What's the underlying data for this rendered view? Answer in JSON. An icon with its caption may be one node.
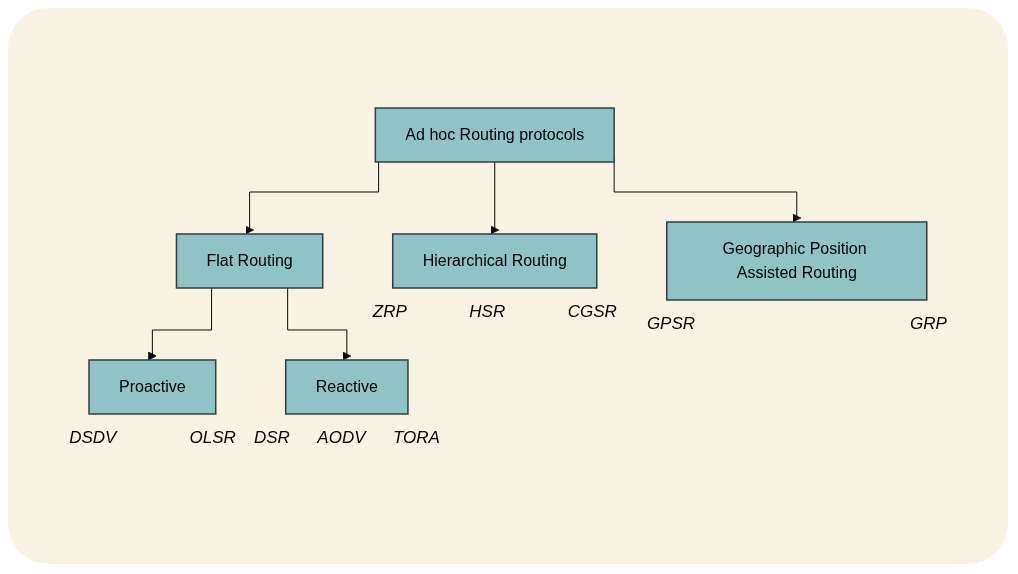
{
  "diagram": {
    "nodes": [
      {
        "text": [
          "Ad hoc Routing protocols"
        ]
      },
      {
        "text": [
          "Flat Routing"
        ]
      },
      {
        "text": [
          "Hierarchical Routing"
        ],
        "beside": [
          "ZRP",
          "HSR",
          "CGSR"
        ]
      },
      {
        "text": [
          "Geographic Position Assisted Routing"
        ],
        "beside": [
          "GPSR",
          "GRP"
        ]
      },
      {
        "text": [
          "Proactive"
        ],
        "beside": [
          "DSDV",
          "OLSR"
        ]
      },
      {
        "text": [
          "Reactive"
        ],
        "beside": [
          "DSR",
          "AODV",
          "TORA"
        ]
      }
    ],
    "edges": [
      {
        "from": 0,
        "to": 1,
        "arrow": "to"
      },
      {
        "from": 0,
        "to": 2,
        "arrow": "to"
      },
      {
        "from": 0,
        "to": 3,
        "arrow": "to"
      },
      {
        "from": 1,
        "to": 4,
        "arrow": "to"
      },
      {
        "from": 1,
        "to": 5,
        "arrow": "to"
      }
    ]
  }
}
